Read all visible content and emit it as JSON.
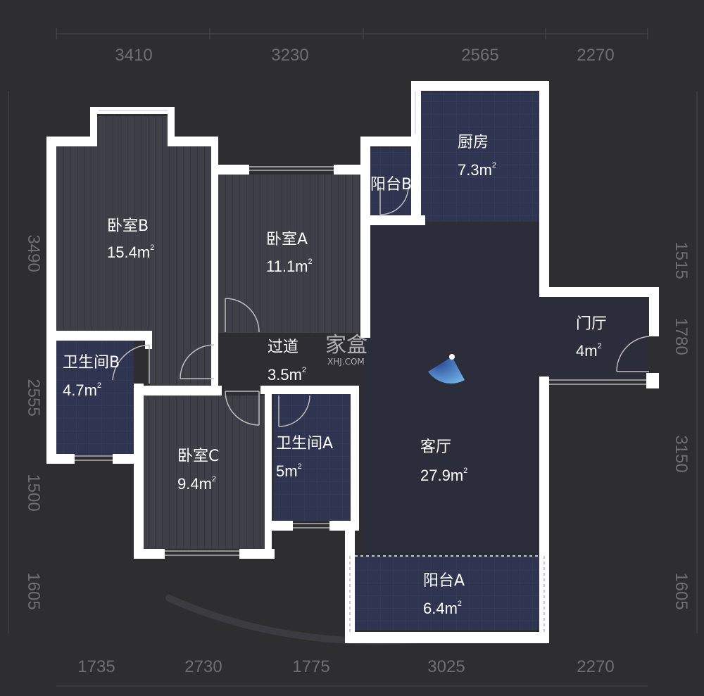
{
  "dimensions": {
    "top": [
      "3410",
      "3230",
      "2565",
      "2270"
    ],
    "bottom": [
      "1735",
      "2730",
      "1775",
      "3025",
      "2270"
    ],
    "left": [
      "3490",
      "2555",
      "1500",
      "1605"
    ],
    "right": [
      "1515",
      "1780",
      "3150",
      "1605"
    ]
  },
  "rooms": {
    "bedroom_b": {
      "name": "卧室B",
      "area": "15.4m",
      "unit_sup": "2"
    },
    "bedroom_a": {
      "name": "卧室A",
      "area": "11.1m",
      "unit_sup": "2"
    },
    "balcony_b": {
      "name": "阳台B"
    },
    "kitchen": {
      "name": "厨房",
      "area": "7.3m",
      "unit_sup": "2"
    },
    "entrance": {
      "name": "门厅",
      "area": "4m",
      "unit_sup": "2"
    },
    "corridor": {
      "name": "过道",
      "area": "3.5m",
      "unit_sup": "2"
    },
    "bathroom_b": {
      "name": "卫生间B",
      "area": "4.7m",
      "unit_sup": "2"
    },
    "bedroom_c": {
      "name": "卧室C",
      "area": "9.4m",
      "unit_sup": "2"
    },
    "bathroom_a": {
      "name": "卫生间A",
      "area": "5m",
      "unit_sup": "2"
    },
    "living_room": {
      "name": "客厅",
      "area": "27.9m",
      "unit_sup": "2"
    },
    "balcony_a": {
      "name": "阳台A",
      "area": "6.4m",
      "unit_sup": "2"
    }
  },
  "watermark": {
    "logo": "家盒",
    "domain": "XHJ.COM"
  },
  "colors": {
    "background": "#2e2e30",
    "wall": "#ffffff",
    "room_floor": "#3d3d46",
    "wet_floor": "#2f3450",
    "dimension_text": "#6f6f72",
    "compass": "#5aa0e0"
  }
}
